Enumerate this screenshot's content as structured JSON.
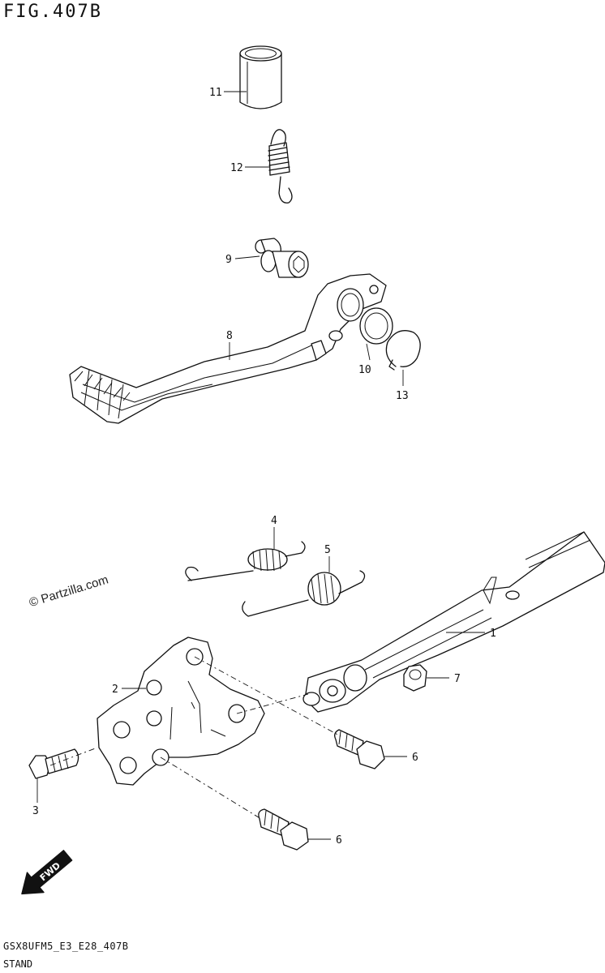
{
  "figure": {
    "title": "FIG.407B",
    "watermark": "© Partzilla.com",
    "fwd_label": "FWD",
    "footer_code": "GSX8UFM5_E3_E28_407B",
    "footer_name": "STAND"
  },
  "callouts": [
    {
      "id": "part-1",
      "label": "1"
    },
    {
      "id": "part-2",
      "label": "2"
    },
    {
      "id": "part-3",
      "label": "3"
    },
    {
      "id": "part-4",
      "label": "4"
    },
    {
      "id": "part-5",
      "label": "5"
    },
    {
      "id": "part-6a",
      "label": "6"
    },
    {
      "id": "part-6b",
      "label": "6"
    },
    {
      "id": "part-7",
      "label": "7"
    },
    {
      "id": "part-8",
      "label": "8"
    },
    {
      "id": "part-9",
      "label": "9"
    },
    {
      "id": "part-10",
      "label": "10"
    },
    {
      "id": "part-11",
      "label": "11"
    },
    {
      "id": "part-12",
      "label": "12"
    },
    {
      "id": "part-13",
      "label": "13"
    }
  ]
}
